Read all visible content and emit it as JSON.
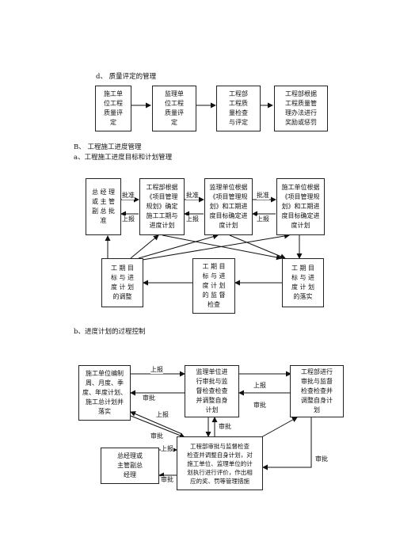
{
  "section_d": {
    "heading": "d、 质量评定的管理",
    "boxes": [
      "施工单\n位工程\n质量评\n定",
      "监理单\n位工程\n质量评\n定",
      "工程部\n工程质\n量检查\n与评定",
      "工程部根据\n工程质量管\n理办法进行\n奖励或惩罚"
    ]
  },
  "section_b": {
    "heading": "B、 工程施工进度管理",
    "subheading": "a、工程施工进度目标和计划管理",
    "boxes": {
      "manager": "总 经 理\n或 主 管\n副 总 批\n准",
      "eng_dept": "工程部根据\n《项目管理\n规划》确定\n施工工期与\n进度计划",
      "supervisor": "监理单位根据\n《项目管理规\n划》和工期进\n度目标确定进\n度计划",
      "contractor": "施工单位根据\n《项目管理规\n划》和工期进\n度目标确定进\n度计划",
      "adjust": "工 期 目\n标 与 进\n度 计 划\n的调整",
      "supervise": "工 期 目\n标 与 进\n度 计 划\n的 监 督\n检查",
      "implement": "工 期 目\n标 与 进\n度 计 划\n的落实"
    },
    "labels": {
      "approve1": "批准",
      "report1": "上报",
      "approve2": "批准",
      "report2": "上报",
      "approve3": "批准",
      "report3": "上报"
    }
  },
  "section_b2": {
    "heading": "b、进度计划的过程控制",
    "boxes": {
      "contractor": "施工单位编制\n周、月度、季\n度、年度计划、\n施工总计划并\n落实",
      "supervisor": "监理单位进\n行审批与监\n督检查检查\n并调整自身\n计划",
      "eng_dept": "工程部进行\n审批与监督\n检查检查并\n调整自身计\n划",
      "manager": "总经理或\n主管副总\n经理",
      "center": "工程部审批与监督检查\n检查并调整自身计划，对\n施工单位、监理单位的计\n划执行进行评价，作出相\n应的奖、罚等管理措施"
    },
    "labels": {
      "report1": "上报",
      "review1": "审批",
      "report2": "上报",
      "review2": "审批",
      "report3": "上报",
      "review3": "审批",
      "review4": "审批",
      "report4": "上报",
      "review5": "审批",
      "review6": "审批"
    }
  }
}
